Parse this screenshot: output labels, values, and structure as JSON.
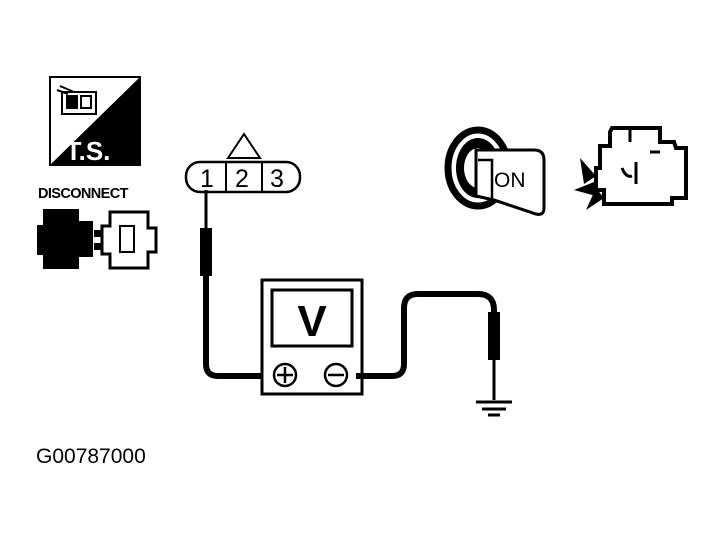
{
  "ts_icon": {
    "label": "T.S."
  },
  "disconnect_icon": {
    "label": "DISCONNECT"
  },
  "connector": {
    "pins": [
      "1",
      "2",
      "3"
    ]
  },
  "ignition": {
    "label": "ON"
  },
  "voltmeter": {
    "label": "V",
    "positive_symbol": "⊕",
    "negative_symbol": "⊖"
  },
  "figure_code": "G00787000"
}
